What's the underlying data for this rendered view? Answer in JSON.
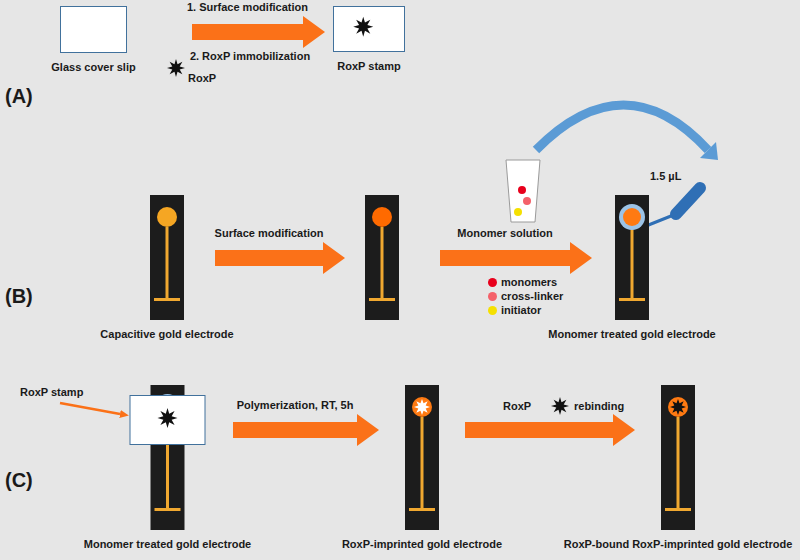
{
  "diagram": {
    "nodes": [
      {
        "text": [
          "Glass cover slip"
        ]
      },
      {
        "text": [
          "RoxP stamp"
        ]
      },
      {
        "text": [
          "Capacitive gold electrode"
        ]
      },
      {
        "text": [
          "Monomer treated gold electrode"
        ]
      },
      {
        "text": [
          "Monomer treated gold electrode"
        ]
      },
      {
        "text": [
          "RoxP-imprinted gold electrode"
        ]
      },
      {
        "text": [
          "RoxP-bound RoxP-imprinted gold electrode"
        ]
      }
    ],
    "edges": [
      {
        "from": 0,
        "to": 1,
        "arrow": "to",
        "label": "1. Surface modification"
      },
      {
        "from": 4,
        "to": 5,
        "arrow": "to",
        "label": "Polymerization, RT, 5h"
      },
      {
        "from": 5,
        "to": 6,
        "arrow": "to"
      }
    ],
    "labels": [
      "(A)",
      "2. RoxP immobilization",
      "RoxP",
      "(B)",
      "Surface modification",
      "Monomer solution",
      "1.5 µL",
      "(C)",
      "RoxP stamp",
      "RoxP",
      "rebinding"
    ],
    "legend": [
      {
        "text": "monomers",
        "color": "#e8001c"
      },
      {
        "text": "cross-linker",
        "color": "#f4616a"
      },
      {
        "text": "initiator",
        "color": "#f5e000"
      }
    ]
  }
}
